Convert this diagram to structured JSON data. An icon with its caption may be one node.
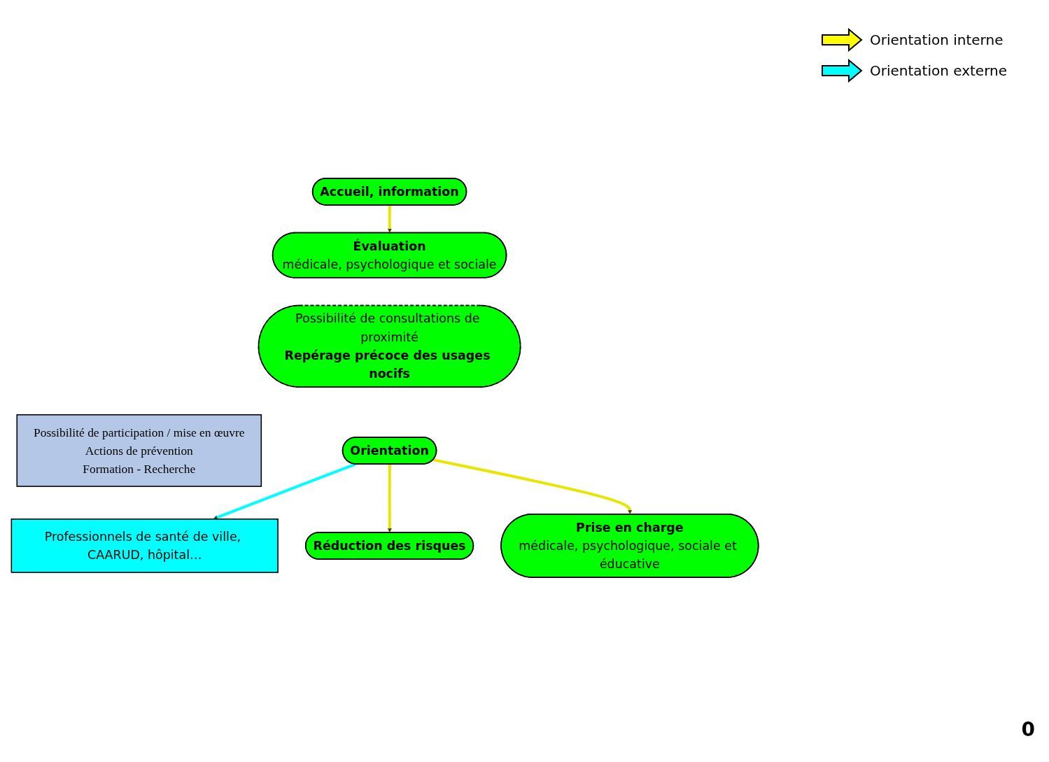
{
  "diagram": {
    "nodes": [
      {
        "text": [
          "Accueil, information"
        ]
      },
      {
        "text": [
          "Évaluation",
          "médicale, psychologique et sociale"
        ]
      },
      {
        "text": [
          "Possibilité de participation / mise en œuvre",
          "Actions de prévention",
          "Formation - Recherche"
        ]
      },
      {
        "text": [
          "Possibilité de consultations de proximité",
          "Repérage précoce des usages nocifs"
        ]
      },
      {
        "text": [
          "Orientation"
        ]
      },
      {
        "text": [
          "Professionnels de santé de ville, CAARUD, hôpital…"
        ]
      },
      {
        "text": [
          "Réduction des risques"
        ]
      },
      {
        "text": [
          "Prise en charge",
          "médicale, psychologique, sociale et éducative"
        ]
      }
    ],
    "edges": [
      {
        "from": 0,
        "to": 1,
        "arrow": "to"
      },
      {
        "from": 4,
        "to": 5,
        "arrow": "to",
        "color": "#00ffff"
      },
      {
        "from": 4,
        "to": 6,
        "arrow": "to"
      },
      {
        "from": 4,
        "to": 7,
        "arrow": "to"
      }
    ],
    "labels": [
      "0"
    ],
    "legend": [
      {
        "text": "Orientation interne",
        "color": "#ffff00"
      },
      {
        "text": "Orientation externe",
        "color": "#00ffff"
      }
    ]
  }
}
